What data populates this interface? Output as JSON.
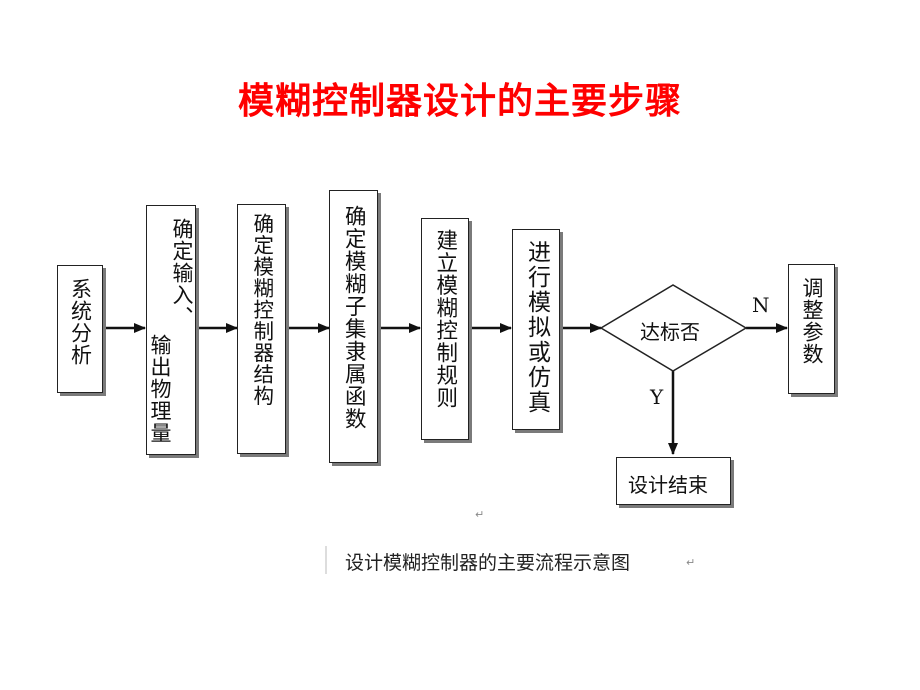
{
  "title": "模糊控制器设计的主要步骤",
  "caption": "设计模糊控制器的主要流程示意图",
  "nodes": {
    "step1": "系统分析",
    "step2_col1": "确定输入、",
    "step2_col2": "输出物理量",
    "step3": "确定模糊控制器结构",
    "step4": "确定模糊子集隶属函数",
    "step5": "建立模糊控制规则",
    "step6": "进行模拟或仿真",
    "decision": "达标否",
    "adjust": "调整参数",
    "end": "设计结束"
  },
  "edge_labels": {
    "no": "N",
    "yes": "Y"
  },
  "colors": {
    "title": "#ff0000",
    "line": "#111111",
    "shadow": "#7a7a7a"
  }
}
